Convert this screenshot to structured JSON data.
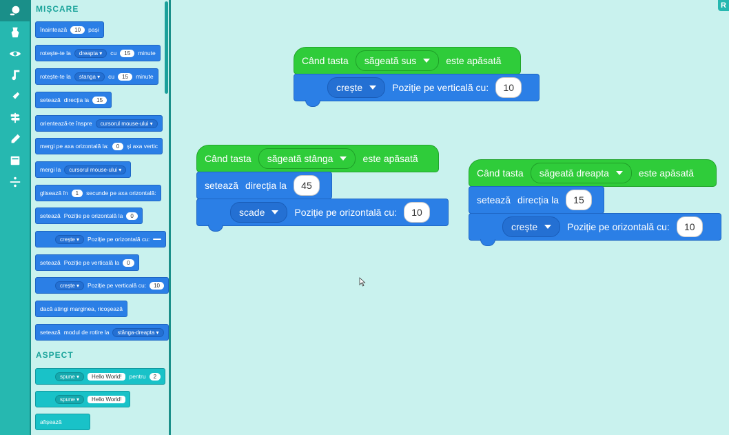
{
  "rail": {
    "categories": [
      {
        "icon": "motion-icon"
      },
      {
        "icon": "looks-icon"
      },
      {
        "icon": "eye-icon"
      },
      {
        "icon": "music-note-icon"
      },
      {
        "icon": "events-icon"
      },
      {
        "icon": "signpost-icon"
      },
      {
        "icon": "pen-icon"
      },
      {
        "icon": "box-icon"
      },
      {
        "icon": "operators-icon"
      }
    ]
  },
  "palette": {
    "motion_title": "MIȘCARE",
    "looks_title": "ASPECT",
    "blocks": {
      "b1": {
        "a": "înaintează",
        "n": "10",
        "b": "pași"
      },
      "b2": {
        "a": "rotește-te la",
        "dd": "dreapta",
        "b": "cu",
        "n": "15",
        "c": "minute"
      },
      "b3": {
        "a": "rotește-te la",
        "dd": "stanga",
        "b": "cu",
        "n": "15",
        "c": "minute"
      },
      "b4": {
        "a": "setează",
        "b": "direcția la",
        "n": "15"
      },
      "b5": {
        "a": "orientează-te înspre",
        "dd": "cursorul mouse-ului"
      },
      "b6": {
        "a": "mergi pe axa orizontală la:",
        "n": "0",
        "b": "și axa vertic"
      },
      "b7": {
        "a": "mergi la",
        "dd": "cursorul mouse-ului"
      },
      "b8": {
        "a": "glisează în",
        "n": "1",
        "b": "secunde pe axa orizontală:"
      },
      "b9": {
        "a": "setează",
        "b": "Poziție pe orizontală la",
        "n": "0"
      },
      "b10": {
        "dd": "crește",
        "b": "Poziție pe orizontală cu:"
      },
      "b11": {
        "a": "setează",
        "b": "Poziție pe verticală la",
        "n": "0"
      },
      "b12": {
        "dd": "crește",
        "b": "Poziție pe verticală cu:",
        "n": "10"
      },
      "b13": {
        "a": "dacă atingi marginea, ricoșează"
      },
      "b14": {
        "a": "setează",
        "b": "modul de rotire la",
        "dd": "stânga-dreapta"
      },
      "l1": {
        "dd": "spune",
        "t": "Hello World!",
        "b": "pentru",
        "n": "2"
      },
      "l2": {
        "dd": "spune",
        "t": "Hello World!"
      },
      "l3": {
        "a": "afișează"
      }
    }
  },
  "workspace": {
    "corner_label": "R",
    "script1": {
      "hat_prefix": "Când tasta",
      "key": "săgeată sus",
      "hat_suffix": "este apăsată",
      "cmd1_op": "crește",
      "cmd1_label": "Poziție pe verticală cu:",
      "cmd1_val": "10"
    },
    "script2": {
      "hat_prefix": "Când tasta",
      "key": "săgeată stânga",
      "hat_suffix": "este apăsată",
      "cmd1_a": "setează",
      "cmd1_b": "direcția la",
      "cmd1_val": "45",
      "cmd2_op": "scade",
      "cmd2_label": "Poziție pe orizontală cu:",
      "cmd2_val": "10"
    },
    "script3": {
      "hat_prefix": "Când tasta",
      "key": "săgeată dreapta",
      "hat_suffix": "este apăsată",
      "cmd1_a": "setează",
      "cmd1_b": "direcția la",
      "cmd1_val": "15",
      "cmd2_op": "crește",
      "cmd2_label": "Poziție pe orizontală cu:",
      "cmd2_val": "10"
    }
  },
  "colors": {
    "motion": "#2b7fe6",
    "events": "#2fcc3a",
    "looks": "#19c2c8",
    "rail": "#26b8b0",
    "background": "#c9f2ee"
  }
}
